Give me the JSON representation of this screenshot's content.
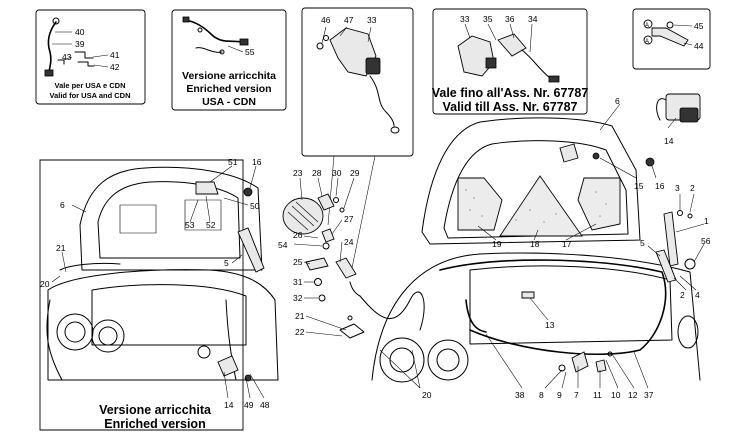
{
  "captions": {
    "usa_it": "Vale per USA e CDN",
    "usa_en": "Valid for USA and CDN",
    "enriched_usa_1": "Versione arricchita",
    "enriched_usa_2": "Enriched version",
    "enriched_usa_3": "USA - CDN",
    "valid_it": "Vale fino all'Ass. Nr. 67787",
    "valid_en": "Valid till Ass. Nr. 67787",
    "enriched_it": "Versione arricchita",
    "enriched_en": "Enriched version"
  },
  "callouts": {
    "c40": "40",
    "c39": "39",
    "c43": "43",
    "c41": "41",
    "c42": "42",
    "c55": "55",
    "c46": "46",
    "c47": "47",
    "c33a": "33",
    "c33b": "33",
    "c35": "35",
    "c36": "36",
    "c34": "34",
    "c45": "45",
    "c44": "44",
    "ca1": "A",
    "ca2": "A",
    "c14a": "14",
    "c51": "51",
    "c16a": "16",
    "c6a": "6",
    "c50": "50",
    "c53": "53",
    "c52": "52",
    "c21a": "21",
    "c20a": "20",
    "c5a": "5",
    "c14b": "14",
    "c49": "49",
    "c48": "48",
    "c23": "23",
    "c28": "28",
    "c30": "30",
    "c29": "29",
    "c27": "27",
    "c26": "26",
    "c54": "54",
    "c24": "24",
    "c25": "25",
    "c31": "31",
    "c32": "32",
    "c21b": "21",
    "c22": "22",
    "c20b": "20",
    "c6b": "6",
    "c15": "15",
    "c16b": "16",
    "c19": "19",
    "c18": "18",
    "c17": "17",
    "c3": "3",
    "c2a": "2",
    "c1": "1",
    "c5b": "5",
    "c56": "56",
    "c2b": "2",
    "c4": "4",
    "c13": "13",
    "c38": "38",
    "c8": "8",
    "c9": "9",
    "c7": "7",
    "c11": "11",
    "c10": "10",
    "c12": "12",
    "c37": "37"
  }
}
